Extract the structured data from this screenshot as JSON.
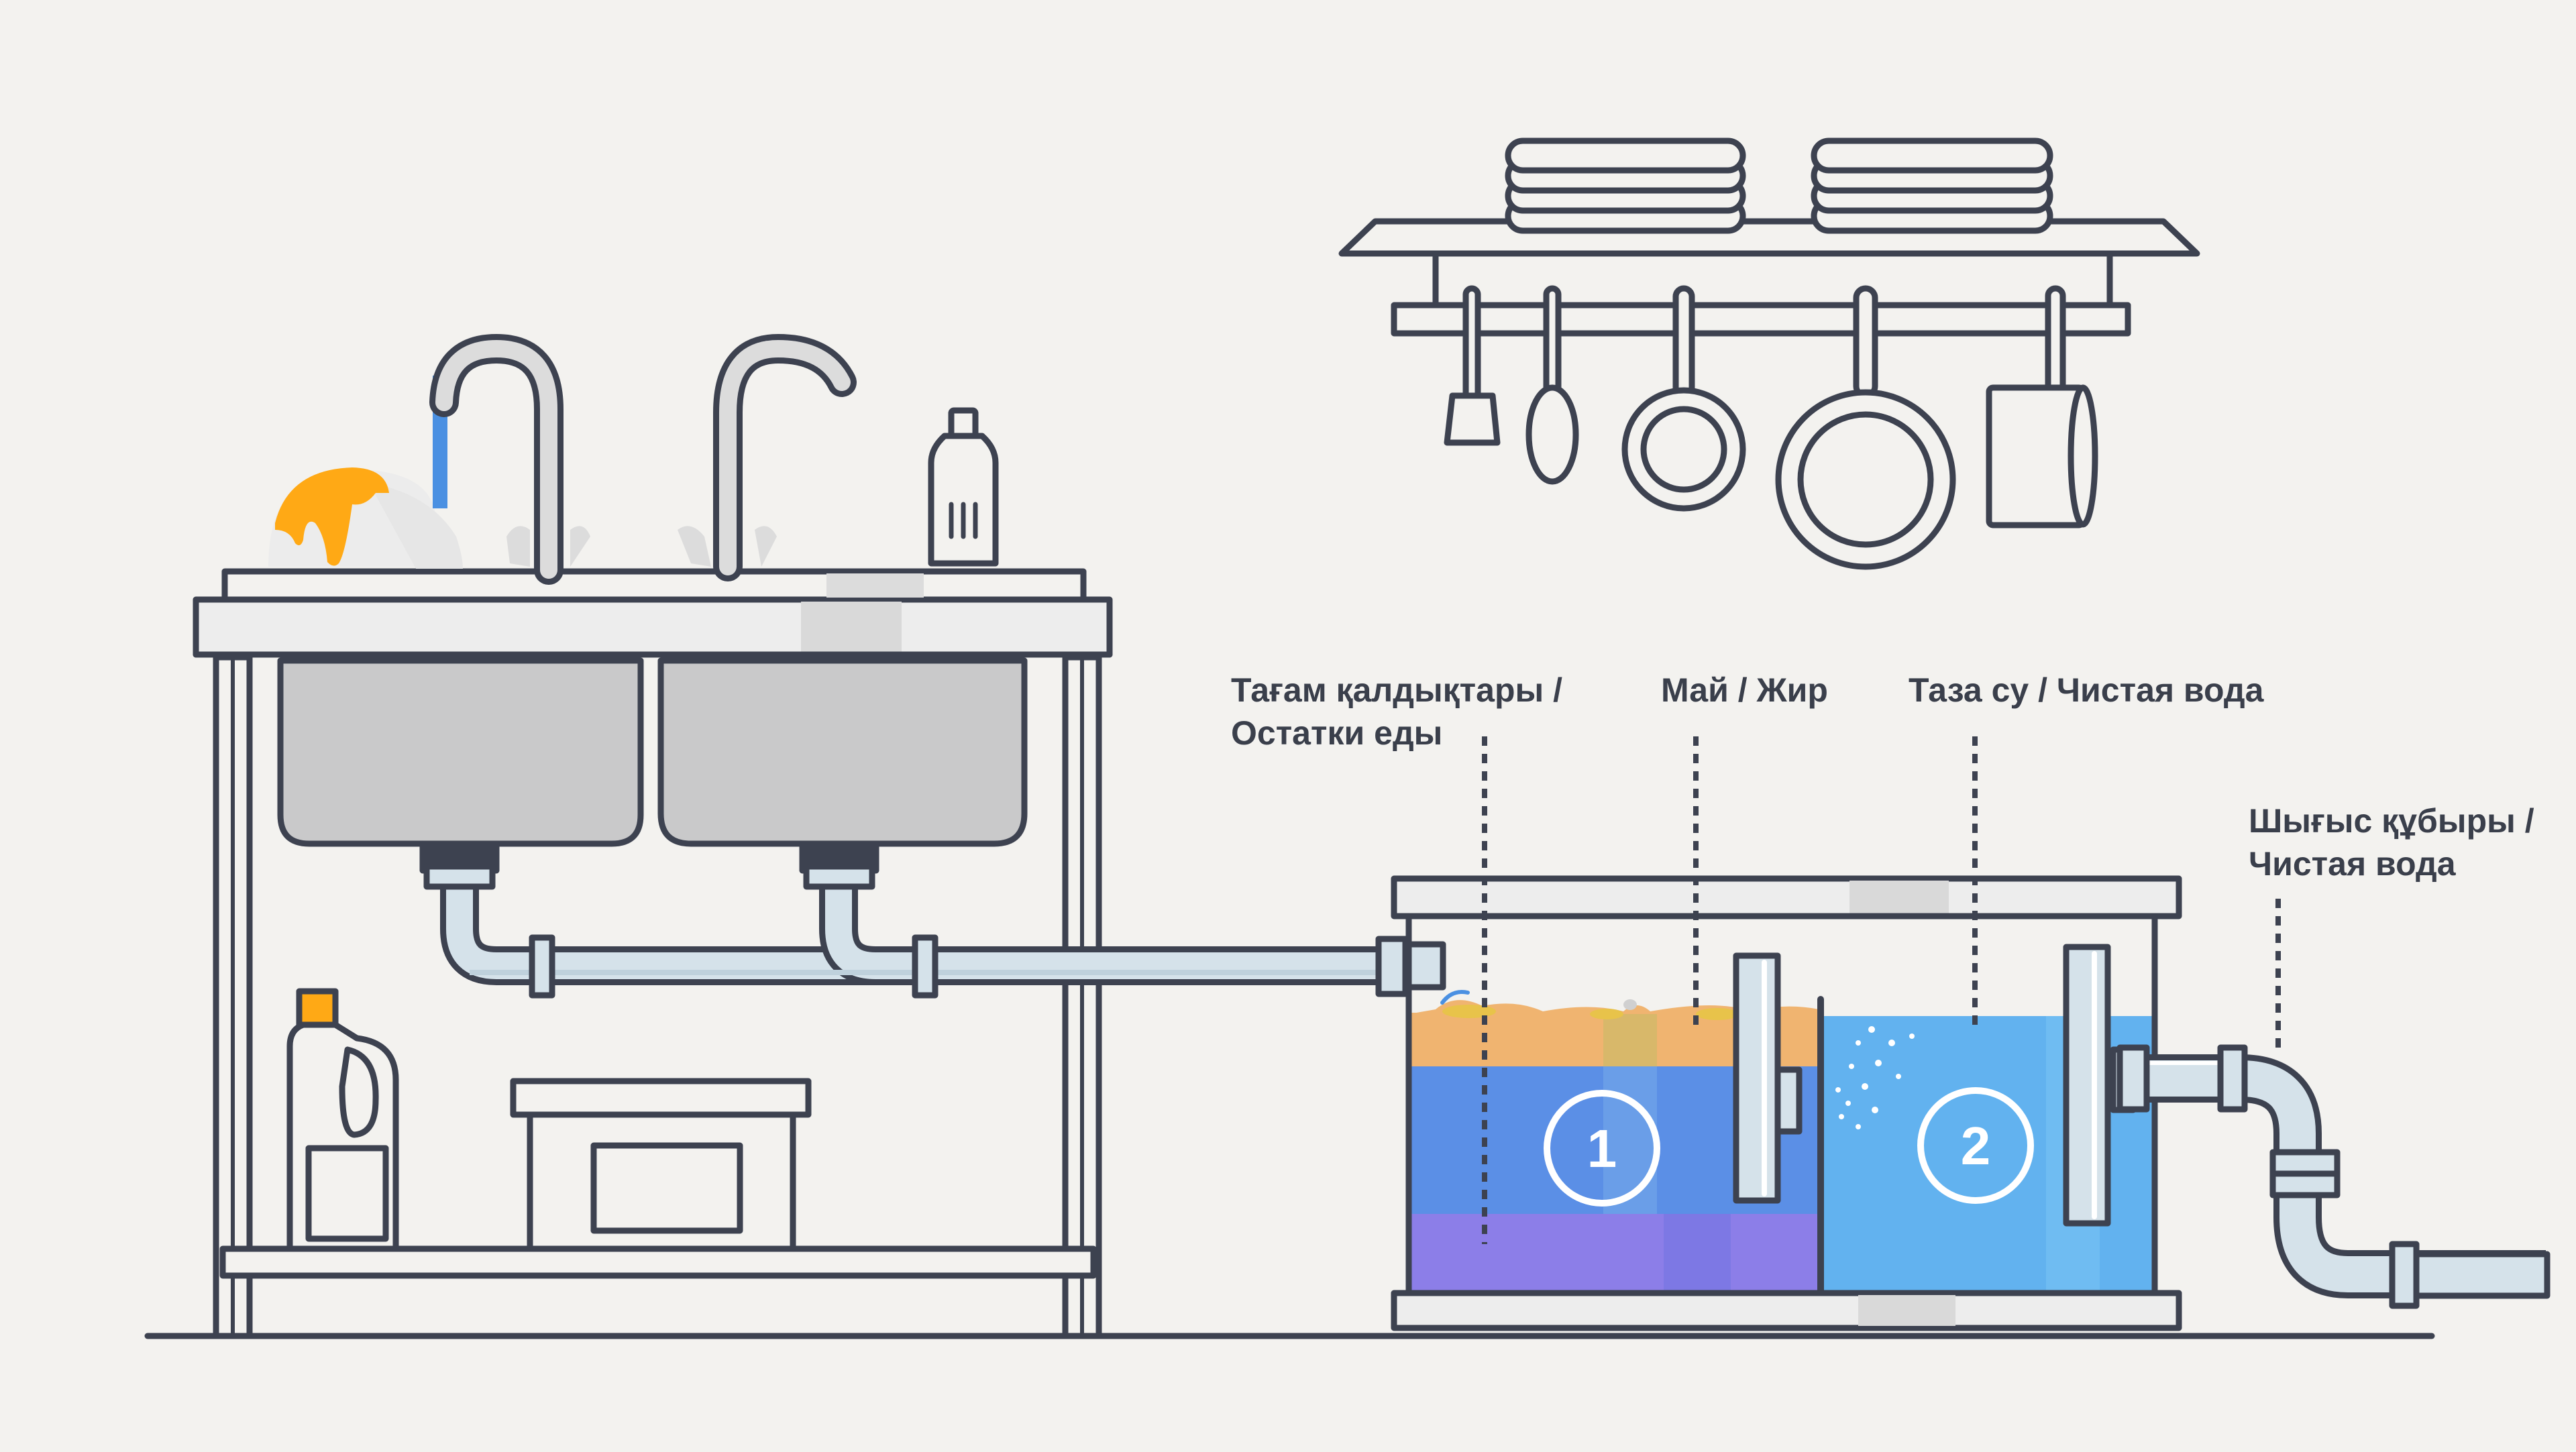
{
  "labels": {
    "food_waste": {
      "line1": "Тағам қалдықтары /",
      "line2": "Остатки еды"
    },
    "grease": {
      "line1": "Май / Жир"
    },
    "clean_water": {
      "line1": "Таза су / Чистая вода"
    },
    "outlet": {
      "line1": "Шығыс құбыры /",
      "line2": "Чистая вода"
    }
  },
  "chambers": [
    {
      "number": "1"
    },
    {
      "number": "2"
    }
  ],
  "colors": {
    "outline": "#3d4250",
    "background": "#f3f2ef",
    "steel_light": "#e0e1e3",
    "steel_dark": "#c7c8ca",
    "pipe": "#d5e2ea",
    "grease_layer": "#f0b470",
    "water_chamber1": "#5b8fe6",
    "sediment": "#8c7ee8",
    "water_chamber2": "#62b2ef",
    "tap_water": "#4a90e2",
    "food_orange": "#ffa915"
  },
  "icons": [
    "sink-icon",
    "faucet-icon",
    "dish-soap-icon",
    "detergent-bottle-icon",
    "storage-box-icon",
    "plate-rack-icon",
    "kitchen-utensils-icon",
    "grease-trap-icon",
    "pipe-icon"
  ]
}
